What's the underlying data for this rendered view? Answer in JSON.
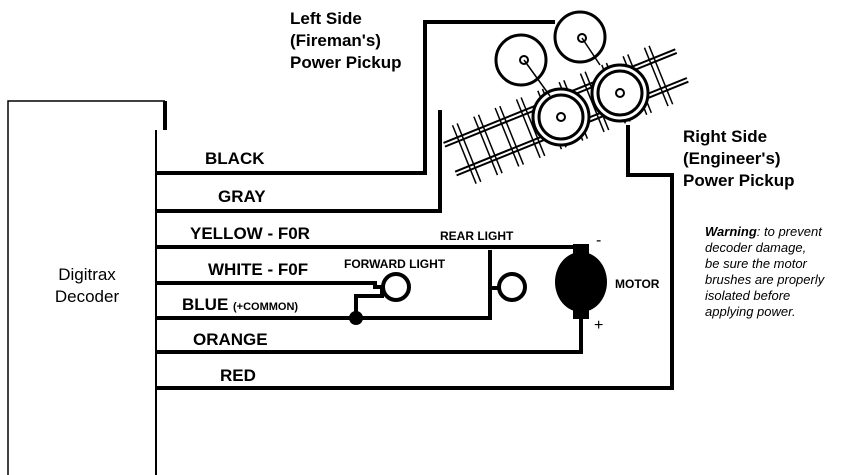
{
  "decoder": {
    "line1": "Digitrax",
    "line2": "Decoder"
  },
  "wires": {
    "black": "BLACK",
    "gray": "GRAY",
    "yellow": "YELLOW - F0R",
    "white": "WHITE - F0F",
    "blue": "BLUE",
    "blue_suffix": "(+COMMON)",
    "orange": "ORANGE",
    "red": "RED"
  },
  "components": {
    "rear_light": "REAR LIGHT",
    "forward_light": "FORWARD LIGHT",
    "motor": "MOTOR",
    "motor_minus": "-",
    "motor_plus": "+"
  },
  "pickups": {
    "left": [
      "Left Side",
      "(Fireman's)",
      "Power Pickup"
    ],
    "right": [
      "Right Side",
      "(Engineer's)",
      "Power Pickup"
    ]
  },
  "warning": {
    "bold": "Warning",
    "lines": [
      ": to prevent",
      "decoder damage,",
      "be sure the motor",
      "brushes are properly",
      "isolated before",
      "applying power."
    ]
  }
}
